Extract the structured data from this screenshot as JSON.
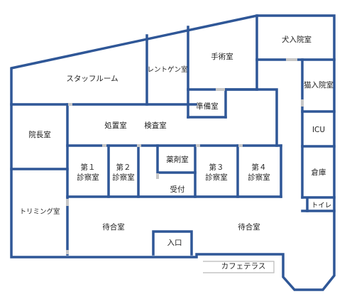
{
  "rooms": {
    "staff": "スタッフルーム",
    "xray": "レントゲン室",
    "surgery": "手術室",
    "dog_ward": "犬入院室",
    "cat_ward": "猫入院室",
    "prep": "準備室",
    "director": "院長室",
    "treatment": "処置室",
    "inspection": "検査室",
    "icu": "ICU",
    "exam1_line1": "第１",
    "exam1_line2": "診察室",
    "exam2_line1": "第２",
    "exam2_line2": "診察室",
    "pharmacy": "薬剤室",
    "reception": "受付",
    "exam3_line1": "第３",
    "exam3_line2": "診察室",
    "exam4_line1": "第４",
    "exam4_line2": "診察室",
    "storage": "倉庫",
    "toilet": "トイレ",
    "trimming": "トリミング室",
    "waiting_left": "待合室",
    "waiting_right": "待合室",
    "entrance": "入口",
    "cafe_terrace": "カフェテラス"
  },
  "colors": {
    "wall": "#2f5797",
    "door": "#c7c7c7",
    "background": "#ffffff",
    "text": "#222222"
  }
}
